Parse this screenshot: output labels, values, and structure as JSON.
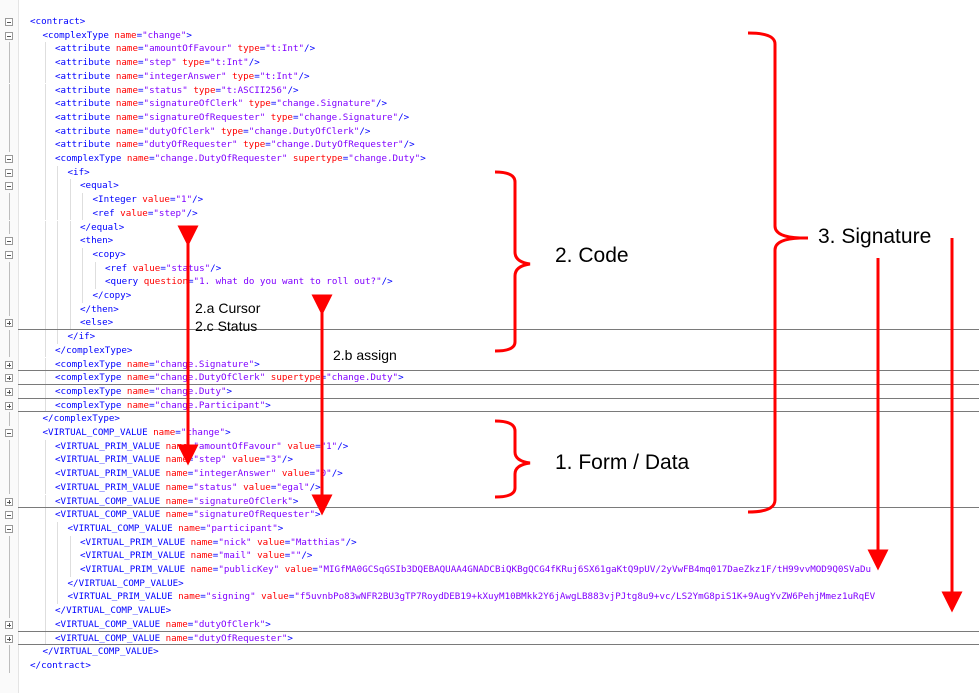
{
  "annotations": {
    "code": "2. Code",
    "signature": "3. Signature",
    "form_data": "1. Form / Data",
    "cursor": "2.a Cursor",
    "status": "2.c Status",
    "assign": "2.b assign"
  },
  "colors": {
    "tag": "#0000ff",
    "attribute": "#ff0000",
    "value": "#8000ff",
    "annotation": "#ff0000"
  },
  "code_lines": [
    {
      "indent": 0,
      "fold": "minus",
      "sep": false,
      "tokens": [
        [
          "t",
          "<contract>"
        ]
      ]
    },
    {
      "indent": 1,
      "fold": "minus",
      "sep": false,
      "tokens": [
        [
          "t",
          "<complexType "
        ],
        [
          "a",
          "name"
        ],
        [
          "t",
          "="
        ],
        [
          "v",
          "\"change\""
        ],
        [
          "t",
          ">"
        ]
      ]
    },
    {
      "indent": 2,
      "fold": "",
      "sep": false,
      "tokens": [
        [
          "t",
          "<attribute "
        ],
        [
          "a",
          "name"
        ],
        [
          "t",
          "="
        ],
        [
          "v",
          "\"amountOfFavour\""
        ],
        [
          "t",
          " "
        ],
        [
          "a",
          "type"
        ],
        [
          "t",
          "="
        ],
        [
          "v",
          "\"t:Int\""
        ],
        [
          "t",
          "/>"
        ]
      ]
    },
    {
      "indent": 2,
      "fold": "",
      "sep": false,
      "tokens": [
        [
          "t",
          "<attribute "
        ],
        [
          "a",
          "name"
        ],
        [
          "t",
          "="
        ],
        [
          "v",
          "\"step\""
        ],
        [
          "t",
          " "
        ],
        [
          "a",
          "type"
        ],
        [
          "t",
          "="
        ],
        [
          "v",
          "\"t:Int\""
        ],
        [
          "t",
          "/>"
        ]
      ]
    },
    {
      "indent": 2,
      "fold": "",
      "sep": false,
      "tokens": [
        [
          "t",
          "<attribute "
        ],
        [
          "a",
          "name"
        ],
        [
          "t",
          "="
        ],
        [
          "v",
          "\"integerAnswer\""
        ],
        [
          "t",
          " "
        ],
        [
          "a",
          "type"
        ],
        [
          "t",
          "="
        ],
        [
          "v",
          "\"t:Int\""
        ],
        [
          "t",
          "/>"
        ]
      ]
    },
    {
      "indent": 2,
      "fold": "",
      "sep": false,
      "tokens": [
        [
          "t",
          "<attribute "
        ],
        [
          "a",
          "name"
        ],
        [
          "t",
          "="
        ],
        [
          "v",
          "\"status\""
        ],
        [
          "t",
          " "
        ],
        [
          "a",
          "type"
        ],
        [
          "t",
          "="
        ],
        [
          "v",
          "\"t:ASCII256\""
        ],
        [
          "t",
          "/>"
        ]
      ]
    },
    {
      "indent": 2,
      "fold": "",
      "sep": false,
      "tokens": [
        [
          "t",
          "<attribute "
        ],
        [
          "a",
          "name"
        ],
        [
          "t",
          "="
        ],
        [
          "v",
          "\"signatureOfClerk\""
        ],
        [
          "t",
          " "
        ],
        [
          "a",
          "type"
        ],
        [
          "t",
          "="
        ],
        [
          "v",
          "\"change.Signature\""
        ],
        [
          "t",
          "/>"
        ]
      ]
    },
    {
      "indent": 2,
      "fold": "",
      "sep": false,
      "tokens": [
        [
          "t",
          "<attribute "
        ],
        [
          "a",
          "name"
        ],
        [
          "t",
          "="
        ],
        [
          "v",
          "\"signatureOfRequester\""
        ],
        [
          "t",
          " "
        ],
        [
          "a",
          "type"
        ],
        [
          "t",
          "="
        ],
        [
          "v",
          "\"change.Signature\""
        ],
        [
          "t",
          "/>"
        ]
      ]
    },
    {
      "indent": 2,
      "fold": "",
      "sep": false,
      "tokens": [
        [
          "t",
          "<attribute "
        ],
        [
          "a",
          "name"
        ],
        [
          "t",
          "="
        ],
        [
          "v",
          "\"dutyOfClerk\""
        ],
        [
          "t",
          " "
        ],
        [
          "a",
          "type"
        ],
        [
          "t",
          "="
        ],
        [
          "v",
          "\"change.DutyOfClerk\""
        ],
        [
          "t",
          "/>"
        ]
      ]
    },
    {
      "indent": 2,
      "fold": "",
      "sep": false,
      "tokens": [
        [
          "t",
          "<attribute "
        ],
        [
          "a",
          "name"
        ],
        [
          "t",
          "="
        ],
        [
          "v",
          "\"dutyOfRequester\""
        ],
        [
          "t",
          " "
        ],
        [
          "a",
          "type"
        ],
        [
          "t",
          "="
        ],
        [
          "v",
          "\"change.DutyOfRequester\""
        ],
        [
          "t",
          "/>"
        ]
      ]
    },
    {
      "indent": 2,
      "fold": "minus",
      "sep": false,
      "tokens": [
        [
          "t",
          "<complexType "
        ],
        [
          "a",
          "name"
        ],
        [
          "t",
          "="
        ],
        [
          "v",
          "\"change.DutyOfRequester\""
        ],
        [
          "t",
          " "
        ],
        [
          "a",
          "supertype"
        ],
        [
          "t",
          "="
        ],
        [
          "v",
          "\"change.Duty\""
        ],
        [
          "t",
          ">"
        ]
      ]
    },
    {
      "indent": 3,
      "fold": "minus",
      "sep": false,
      "tokens": [
        [
          "t",
          "<if>"
        ]
      ]
    },
    {
      "indent": 4,
      "fold": "minus",
      "sep": false,
      "tokens": [
        [
          "t",
          "<equal>"
        ]
      ]
    },
    {
      "indent": 5,
      "fold": "",
      "sep": false,
      "tokens": [
        [
          "t",
          "<Integer "
        ],
        [
          "a",
          "value"
        ],
        [
          "t",
          "="
        ],
        [
          "v",
          "\"1\""
        ],
        [
          "t",
          "/>"
        ]
      ]
    },
    {
      "indent": 5,
      "fold": "",
      "sep": false,
      "tokens": [
        [
          "t",
          "<ref "
        ],
        [
          "a",
          "value"
        ],
        [
          "t",
          "="
        ],
        [
          "v",
          "\"step\""
        ],
        [
          "t",
          "/>"
        ]
      ]
    },
    {
      "indent": 4,
      "fold": "",
      "sep": false,
      "tokens": [
        [
          "t",
          "</equal>"
        ]
      ]
    },
    {
      "indent": 4,
      "fold": "minus",
      "sep": false,
      "tokens": [
        [
          "t",
          "<then>"
        ]
      ]
    },
    {
      "indent": 5,
      "fold": "minus",
      "sep": false,
      "tokens": [
        [
          "t",
          "<copy>"
        ]
      ]
    },
    {
      "indent": 6,
      "fold": "",
      "sep": false,
      "tokens": [
        [
          "t",
          "<ref "
        ],
        [
          "a",
          "value"
        ],
        [
          "t",
          "="
        ],
        [
          "v",
          "\"status\""
        ],
        [
          "t",
          "/>"
        ]
      ]
    },
    {
      "indent": 6,
      "fold": "",
      "sep": false,
      "tokens": [
        [
          "t",
          "<query "
        ],
        [
          "a",
          "question"
        ],
        [
          "t",
          "="
        ],
        [
          "v",
          "\"1. what do you want to roll out?\""
        ],
        [
          "t",
          "/>"
        ]
      ]
    },
    {
      "indent": 5,
      "fold": "",
      "sep": false,
      "tokens": [
        [
          "t",
          "</copy>"
        ]
      ]
    },
    {
      "indent": 4,
      "fold": "",
      "sep": false,
      "tokens": [
        [
          "t",
          "</then>"
        ]
      ]
    },
    {
      "indent": 4,
      "fold": "plus",
      "sep": true,
      "tokens": [
        [
          "t",
          "<else>"
        ]
      ]
    },
    {
      "indent": 3,
      "fold": "",
      "sep": false,
      "tokens": [
        [
          "t",
          "</if>"
        ]
      ]
    },
    {
      "indent": 2,
      "fold": "",
      "sep": false,
      "tokens": [
        [
          "t",
          "</complexType>"
        ]
      ]
    },
    {
      "indent": 2,
      "fold": "plus",
      "sep": true,
      "tokens": [
        [
          "t",
          "<complexType "
        ],
        [
          "a",
          "name"
        ],
        [
          "t",
          "="
        ],
        [
          "v",
          "\"change.Signature\""
        ],
        [
          "t",
          ">"
        ]
      ]
    },
    {
      "indent": 2,
      "fold": "plus",
      "sep": true,
      "tokens": [
        [
          "t",
          "<complexType "
        ],
        [
          "a",
          "name"
        ],
        [
          "t",
          "="
        ],
        [
          "v",
          "\"change.DutyOfClerk\""
        ],
        [
          "t",
          " "
        ],
        [
          "a",
          "supertype"
        ],
        [
          "t",
          "="
        ],
        [
          "v",
          "\"change.Duty\""
        ],
        [
          "t",
          ">"
        ]
      ]
    },
    {
      "indent": 2,
      "fold": "plus",
      "sep": true,
      "tokens": [
        [
          "t",
          "<complexType "
        ],
        [
          "a",
          "name"
        ],
        [
          "t",
          "="
        ],
        [
          "v",
          "\"change.Duty\""
        ],
        [
          "t",
          ">"
        ]
      ]
    },
    {
      "indent": 2,
      "fold": "plus",
      "sep": true,
      "tokens": [
        [
          "t",
          "<complexType "
        ],
        [
          "a",
          "name"
        ],
        [
          "t",
          "="
        ],
        [
          "v",
          "\"change.Participant\""
        ],
        [
          "t",
          ">"
        ]
      ]
    },
    {
      "indent": 1,
      "fold": "",
      "sep": false,
      "tokens": [
        [
          "t",
          "</complexType>"
        ]
      ]
    },
    {
      "indent": 1,
      "fold": "minus",
      "sep": false,
      "tokens": [
        [
          "t",
          "<VIRTUAL_COMP_VALUE "
        ],
        [
          "a",
          "name"
        ],
        [
          "t",
          "="
        ],
        [
          "v",
          "\"change\""
        ],
        [
          "t",
          ">"
        ]
      ]
    },
    {
      "indent": 2,
      "fold": "",
      "sep": false,
      "tokens": [
        [
          "t",
          "<VIRTUAL_PRIM_VALUE "
        ],
        [
          "a",
          "name"
        ],
        [
          "t",
          "="
        ],
        [
          "v",
          "\"amountOfFavour\""
        ],
        [
          "t",
          " "
        ],
        [
          "a",
          "value"
        ],
        [
          "t",
          "="
        ],
        [
          "v",
          "\"1\""
        ],
        [
          "t",
          "/>"
        ]
      ]
    },
    {
      "indent": 2,
      "fold": "",
      "sep": false,
      "tokens": [
        [
          "t",
          "<VIRTUAL_PRIM_VALUE "
        ],
        [
          "a",
          "name"
        ],
        [
          "t",
          "="
        ],
        [
          "v",
          "\"step\""
        ],
        [
          "t",
          " "
        ],
        [
          "a",
          "value"
        ],
        [
          "t",
          "="
        ],
        [
          "v",
          "\"3\""
        ],
        [
          "t",
          "/>"
        ]
      ]
    },
    {
      "indent": 2,
      "fold": "",
      "sep": false,
      "tokens": [
        [
          "t",
          "<VIRTUAL_PRIM_VALUE "
        ],
        [
          "a",
          "name"
        ],
        [
          "t",
          "="
        ],
        [
          "v",
          "\"integerAnswer\""
        ],
        [
          "t",
          " "
        ],
        [
          "a",
          "value"
        ],
        [
          "t",
          "="
        ],
        [
          "v",
          "\"0\""
        ],
        [
          "t",
          "/>"
        ]
      ]
    },
    {
      "indent": 2,
      "fold": "",
      "sep": false,
      "tokens": [
        [
          "t",
          "<VIRTUAL_PRIM_VALUE "
        ],
        [
          "a",
          "name"
        ],
        [
          "t",
          "="
        ],
        [
          "v",
          "\"status\""
        ],
        [
          "t",
          " "
        ],
        [
          "a",
          "value"
        ],
        [
          "t",
          "="
        ],
        [
          "v",
          "\"egal\""
        ],
        [
          "t",
          "/>"
        ]
      ]
    },
    {
      "indent": 2,
      "fold": "plus",
      "sep": true,
      "tokens": [
        [
          "t",
          "<VIRTUAL_COMP_VALUE "
        ],
        [
          "a",
          "name"
        ],
        [
          "t",
          "="
        ],
        [
          "v",
          "\"signatureOfClerk\""
        ],
        [
          "t",
          ">"
        ]
      ]
    },
    {
      "indent": 2,
      "fold": "minus",
      "sep": false,
      "tokens": [
        [
          "t",
          "<VIRTUAL_COMP_VALUE "
        ],
        [
          "a",
          "name"
        ],
        [
          "t",
          "="
        ],
        [
          "v",
          "\"signatureOfRequester\""
        ],
        [
          "t",
          ">"
        ]
      ]
    },
    {
      "indent": 3,
      "fold": "minus",
      "sep": false,
      "tokens": [
        [
          "t",
          "<VIRTUAL_COMP_VALUE "
        ],
        [
          "a",
          "name"
        ],
        [
          "t",
          "="
        ],
        [
          "v",
          "\"participant\""
        ],
        [
          "t",
          ">"
        ]
      ]
    },
    {
      "indent": 4,
      "fold": "",
      "sep": false,
      "tokens": [
        [
          "t",
          "<VIRTUAL_PRIM_VALUE "
        ],
        [
          "a",
          "name"
        ],
        [
          "t",
          "="
        ],
        [
          "v",
          "\"nick\""
        ],
        [
          "t",
          " "
        ],
        [
          "a",
          "value"
        ],
        [
          "t",
          "="
        ],
        [
          "v",
          "\"Matthias\""
        ],
        [
          "t",
          "/>"
        ]
      ]
    },
    {
      "indent": 4,
      "fold": "",
      "sep": false,
      "tokens": [
        [
          "t",
          "<VIRTUAL_PRIM_VALUE "
        ],
        [
          "a",
          "name"
        ],
        [
          "t",
          "="
        ],
        [
          "v",
          "\"mail\""
        ],
        [
          "t",
          " "
        ],
        [
          "a",
          "value"
        ],
        [
          "t",
          "="
        ],
        [
          "v",
          "\"\""
        ],
        [
          "t",
          "/>"
        ]
      ]
    },
    {
      "indent": 4,
      "fold": "",
      "sep": false,
      "tokens": [
        [
          "t",
          "<VIRTUAL_PRIM_VALUE "
        ],
        [
          "a",
          "name"
        ],
        [
          "t",
          "="
        ],
        [
          "v",
          "\"publicKey\""
        ],
        [
          "t",
          " "
        ],
        [
          "a",
          "value"
        ],
        [
          "t",
          "="
        ],
        [
          "v",
          "\"MIGfMA0GCSqGSIb3DQEBAQUAA4GNADCBiQKBgQCG4fKRuj6SX61gaKtQ9pUV/2yVwFB4mq017DaeZkz1F/tH99vvMOD9Q0SVaDu"
        ]
      ]
    },
    {
      "indent": 3,
      "fold": "",
      "sep": false,
      "tokens": [
        [
          "t",
          "</VIRTUAL_COMP_VALUE>"
        ]
      ]
    },
    {
      "indent": 3,
      "fold": "",
      "sep": false,
      "tokens": [
        [
          "t",
          "<VIRTUAL_PRIM_VALUE "
        ],
        [
          "a",
          "name"
        ],
        [
          "t",
          "="
        ],
        [
          "v",
          "\"signing\""
        ],
        [
          "t",
          " "
        ],
        [
          "a",
          "value"
        ],
        [
          "t",
          "="
        ],
        [
          "v",
          "\"f5uvnbPo83wNFR2BU3gTP7RoydDEB19+kXuyM10BMkk2Y6jAwgLB883vjPJtg8u9+vc/LS2YmG8piS1K+9AugYvZW6PehjMmez1uRqEV"
        ]
      ]
    },
    {
      "indent": 2,
      "fold": "",
      "sep": false,
      "tokens": [
        [
          "t",
          "</VIRTUAL_COMP_VALUE>"
        ]
      ]
    },
    {
      "indent": 2,
      "fold": "plus",
      "sep": true,
      "tokens": [
        [
          "t",
          "<VIRTUAL_COMP_VALUE "
        ],
        [
          "a",
          "name"
        ],
        [
          "t",
          "="
        ],
        [
          "v",
          "\"dutyOfClerk\""
        ],
        [
          "t",
          ">"
        ]
      ]
    },
    {
      "indent": 2,
      "fold": "plus",
      "sep": true,
      "tokens": [
        [
          "t",
          "<VIRTUAL_COMP_VALUE "
        ],
        [
          "a",
          "name"
        ],
        [
          "t",
          "="
        ],
        [
          "v",
          "\"dutyOfRequester\""
        ],
        [
          "t",
          ">"
        ]
      ]
    },
    {
      "indent": 1,
      "fold": "",
      "sep": false,
      "tokens": [
        [
          "t",
          "</VIRTUAL_COMP_VALUE>"
        ]
      ]
    },
    {
      "indent": 0,
      "fold": "",
      "sep": false,
      "tokens": [
        [
          "t",
          "</contract>"
        ]
      ]
    }
  ]
}
